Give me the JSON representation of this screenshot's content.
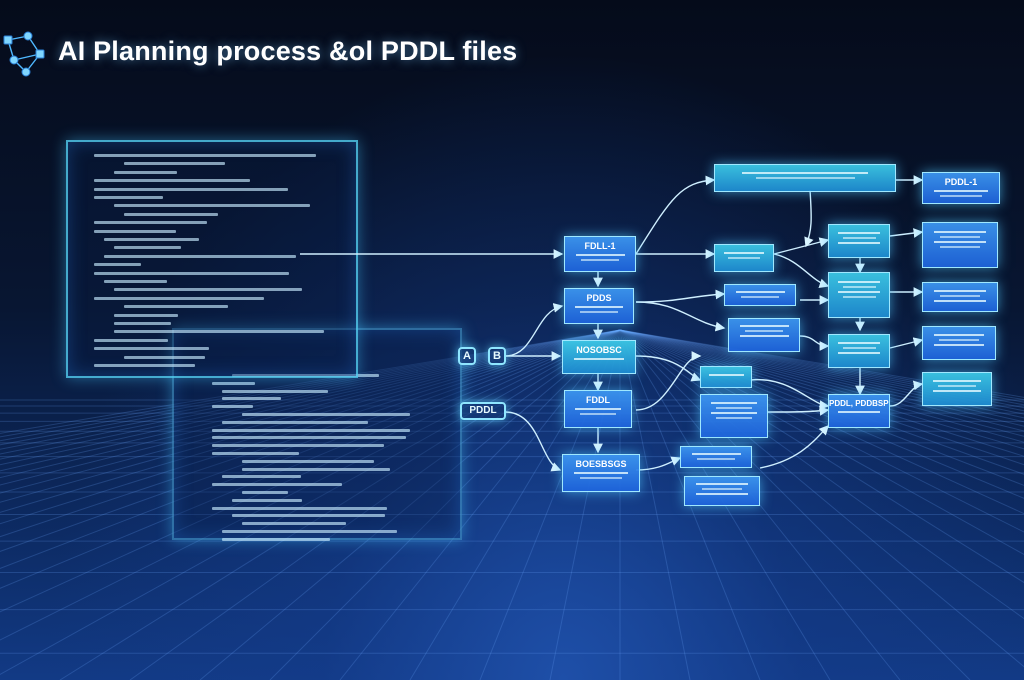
{
  "title": "AI Planning process &ol PDDL files",
  "colors": {
    "accent": "#5ad6ff",
    "node_fill": "#2f7fe6",
    "node_fill_teal": "#3cc0e0",
    "edge": "#cfefff",
    "background_top": "#050b1a",
    "background_bottom": "#123a85"
  },
  "icons": {
    "logo": "network-nodes-icon"
  },
  "chips": [
    {
      "name": "chip-a",
      "label": "A"
    },
    {
      "name": "chip-b",
      "label": "B"
    },
    {
      "name": "chip-pddl",
      "label": "PDDL"
    }
  ],
  "nodes": [
    {
      "name": "node-fdll",
      "label": "FDLL-1"
    },
    {
      "name": "node-pdds",
      "label": "PDDS"
    },
    {
      "name": "node-nosobsc",
      "label": "NOSOBSC"
    },
    {
      "name": "node-fddl",
      "label": "FDDL"
    },
    {
      "name": "node-boesbsgs",
      "label": "BOESBSGS"
    },
    {
      "name": "node-pddl-1",
      "label": "PDDL-1"
    },
    {
      "name": "node-pddl-ps",
      "label": "PDDL, PDDBSPDL"
    }
  ]
}
